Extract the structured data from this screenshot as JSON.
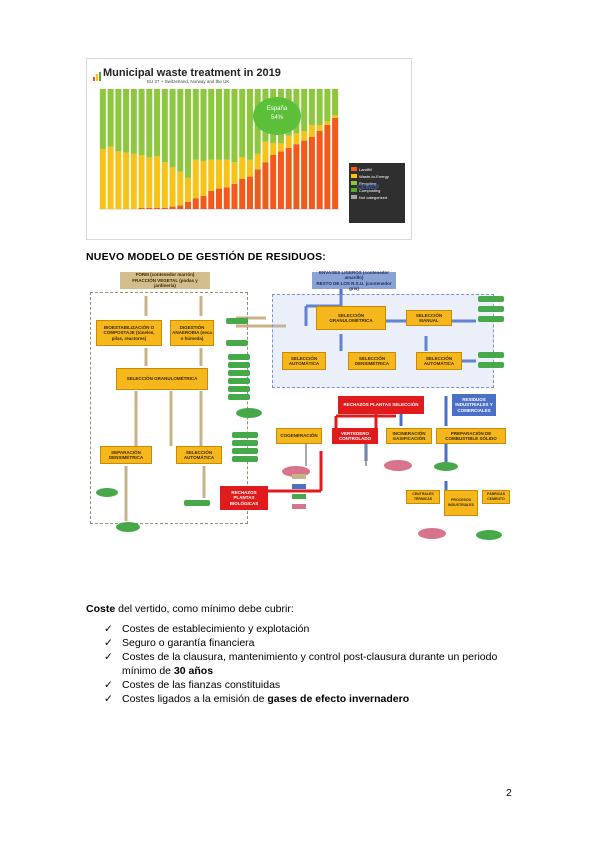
{
  "chart": {
    "title": "Municipal waste treatment in 2019",
    "subtitle": "EU 27 + Switzerland, Norway and the UK",
    "bubble_line1": "España",
    "bubble_line2": "54%",
    "legend": [
      {
        "label": "Landfill",
        "color": "#f05a1a"
      },
      {
        "label": "Waste-to-Energy",
        "color": "#f7c318"
      },
      {
        "label": "Recycling",
        "color": "#8dc63f"
      },
      {
        "label": "Composting",
        "color": "#5aa532"
      },
      {
        "label": "Not categorized",
        "color": "#a6a6a6"
      }
    ],
    "logo": "CEWEP",
    "colors": {
      "landfill": "#f05a1a",
      "wte": "#f7c318",
      "recycling": "#8dc63f",
      "composting": "#5aa532",
      "other": "#a6a6a6"
    }
  },
  "chart_data": {
    "type": "bar",
    "title": "Municipal waste treatment in 2019",
    "subtitle": "EU 27 + Switzerland, Norway and the UK",
    "ylim": [
      0,
      100
    ],
    "series": [
      {
        "name": "Landfill",
        "values": [
          0,
          0,
          0,
          0,
          0,
          1,
          1,
          1,
          1,
          2,
          3,
          6,
          9,
          11,
          15,
          17,
          18,
          21,
          25,
          27,
          33,
          39,
          45,
          48,
          51,
          54,
          57,
          60,
          65,
          70,
          76
        ]
      },
      {
        "name": "Waste-to-Energy",
        "values": [
          50,
          52,
          48,
          47,
          46,
          44,
          42,
          43,
          38,
          33,
          28,
          20,
          32,
          29,
          26,
          24,
          23,
          18,
          18,
          14,
          13,
          17,
          10,
          7,
          10,
          9,
          8,
          10,
          5,
          3,
          2
        ]
      },
      {
        "name": "Recycling",
        "values": [
          50,
          48,
          52,
          53,
          54,
          55,
          57,
          56,
          61,
          65,
          69,
          74,
          59,
          60,
          59,
          59,
          59,
          61,
          57,
          59,
          54,
          44,
          45,
          45,
          39,
          37,
          35,
          30,
          30,
          27,
          22
        ]
      }
    ]
  },
  "heading": "NUEVO MODELO DE GESTIÓN DE RESIDUOS:",
  "diagram": {
    "form_line1": "FORM (contenedor marrón)",
    "form_line2": "FRACCIÓN VEGETAL (podas y jardinería)",
    "envases_line1": "ENVASES LIGEROS (contenedor amarillo)",
    "envases_line2": "RESTO DE LOS R.S.U. (contenedor gris)",
    "bioestab": "BIOESTABILIZACIÓN O COMPOSTAJE (túneles, pilas, reactores)",
    "digestion": "DIGESTIÓN ANAEROBIA (seca o húmeda)",
    "sel_granulo_left": "SELECCIÓN GRANULOMÉTRICA",
    "sep_densim": "SEPARACIÓN DENSIMÉTRICA",
    "sel_auto_left": "SELECCIÓN AUTOMÁTICA",
    "sel_granulo_right": "SELECCIÓN GRANULOMÉTRICA",
    "sel_manual": "SELECCIÓN MANUAL",
    "sel_auto_mid": "SELECCIÓN AUTOMÁTICA",
    "sel_densim_mid": "SELECCIÓN DENSIMÉTRICA",
    "sel_auto_right": "SELECCIÓN AUTOMÁTICA",
    "rechazo_1": "RECHAZOS PLANTAS SELECCIÓN",
    "rechazo_2": "RECHAZOS PLANTAS BIOLÓGICAS",
    "residuos_ind": "RESIDUOS INDUSTRIALES Y COMERCIALES",
    "cogeneracion": "COGENERACIÓN",
    "vertedero": "VERTEDERO CONTROLADO",
    "incineracion": "INCINERACIÓN GASIFICACIÓN",
    "preparacion": "PREPARACIÓN DE COMBUSTIBLE SÓLIDO",
    "centrales": "CENTRALES TÉRMICAS",
    "procesos": "PROCESOS INDUSTRIALES",
    "fabricas": "FÁBRICAS CEMENTO"
  },
  "text": {
    "coste_bold": "Coste",
    "coste_rest": " del vertido, como mínimo debe cubrir:",
    "items": [
      {
        "before": "Costes de establecimiento y explotación",
        "bold": "",
        "after": ""
      },
      {
        "before": "Seguro o garantía financiera",
        "bold": "",
        "after": ""
      },
      {
        "before": "Costes de la clausura, mantenimiento y control post-clausura durante un periodo mínimo de ",
        "bold": "30 años",
        "after": ""
      },
      {
        "before": "Costes de las fianzas constituidas",
        "bold": "",
        "after": ""
      },
      {
        "before": "Costes ligados a la emisión de ",
        "bold": "gases de efecto invernadero",
        "after": ""
      }
    ],
    "check": "✓",
    "page_number": "2"
  }
}
